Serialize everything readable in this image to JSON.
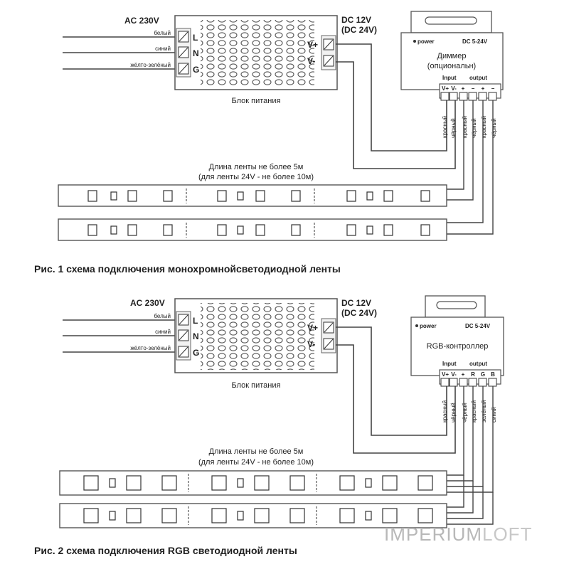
{
  "diagram1": {
    "ac_label": "AC 230V",
    "wires": [
      "белый",
      "синий",
      "жёлто-зелёный"
    ],
    "terminals_in": [
      "L",
      "N",
      "G"
    ],
    "dc_label_1": "DC 12V",
    "dc_label_2": "(DC 24V)",
    "terminals_out": [
      "V+",
      "V-"
    ],
    "psu_caption": "Блок питания",
    "device_power": "power",
    "device_voltage": "DC 5-24V",
    "device_name_1": "Диммер",
    "device_name_2": "(опциональн)",
    "device_input": "Input",
    "device_output": "output",
    "device_pins": [
      "V+",
      "V-",
      "+",
      "−",
      "+",
      "−"
    ],
    "cable_labels": [
      "красный",
      "чёрный",
      "красный",
      "чёрный",
      "красный",
      "чёрный"
    ],
    "strip_note_1": "Длина ленты не более 5м",
    "strip_note_2": "(для ленты 24V - не более 10м)",
    "caption": "Рис. 1 схема подключения монохромнойсветодиодной ленты"
  },
  "diagram2": {
    "ac_label": "AC 230V",
    "wires": [
      "белый",
      "синий",
      "жёлто-зелёный"
    ],
    "terminals_in": [
      "L",
      "N",
      "G"
    ],
    "dc_label_1": "DC 12V",
    "dc_label_2": "(DC 24V)",
    "terminals_out": [
      "V+",
      "V-"
    ],
    "psu_caption": "Блок питания",
    "device_power": "power",
    "device_voltage": "DC 5-24V",
    "device_name_1": "RGB-контроллер",
    "device_input": "Input",
    "device_output": "output",
    "device_pins": [
      "V+",
      "V-",
      "+",
      "R",
      "G",
      "B"
    ],
    "cable_labels": [
      "красный",
      "чёрный",
      "чёрный",
      "красный",
      "зелёный",
      "синий"
    ],
    "strip_note_1": "Длина ленты не более 5м",
    "strip_note_2": "(для ленты 24V - не более 10м)",
    "caption": "Рис. 2 схема подключения RGB светодиодной ленты"
  },
  "watermark": {
    "part1": "IMPERIUM",
    "part2": "LOFT"
  }
}
